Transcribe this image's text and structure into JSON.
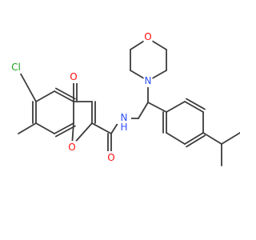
{
  "diagram": {
    "type": "chemical-structure",
    "colors": {
      "bond": "#3b3b3b",
      "carbon_text": "#3b3b3b",
      "oxygen": "#ff0d0d",
      "nitrogen": "#3050f8",
      "chlorine": "#1fa01f"
    },
    "atoms": [
      {
        "id": "Cl",
        "text": "Cl",
        "element": "chlorine",
        "name": "chlorine-atom"
      },
      {
        "id": "O_keto",
        "text": "O",
        "element": "oxygen",
        "name": "keto-oxygen-atom"
      },
      {
        "id": "O_ring",
        "text": "O",
        "element": "oxygen",
        "name": "ring-oxygen-atom"
      },
      {
        "id": "O_amide",
        "text": "O",
        "element": "oxygen",
        "name": "amide-oxygen-atom"
      },
      {
        "id": "NH",
        "text": "N",
        "sub": "H",
        "element": "nitrogen",
        "name": "amide-nitrogen-atom"
      },
      {
        "id": "N_morph",
        "text": "N",
        "element": "nitrogen",
        "name": "morpholine-nitrogen-atom"
      },
      {
        "id": "O_morph",
        "text": "O",
        "element": "oxygen",
        "name": "morpholine-oxygen-atom"
      }
    ]
  }
}
